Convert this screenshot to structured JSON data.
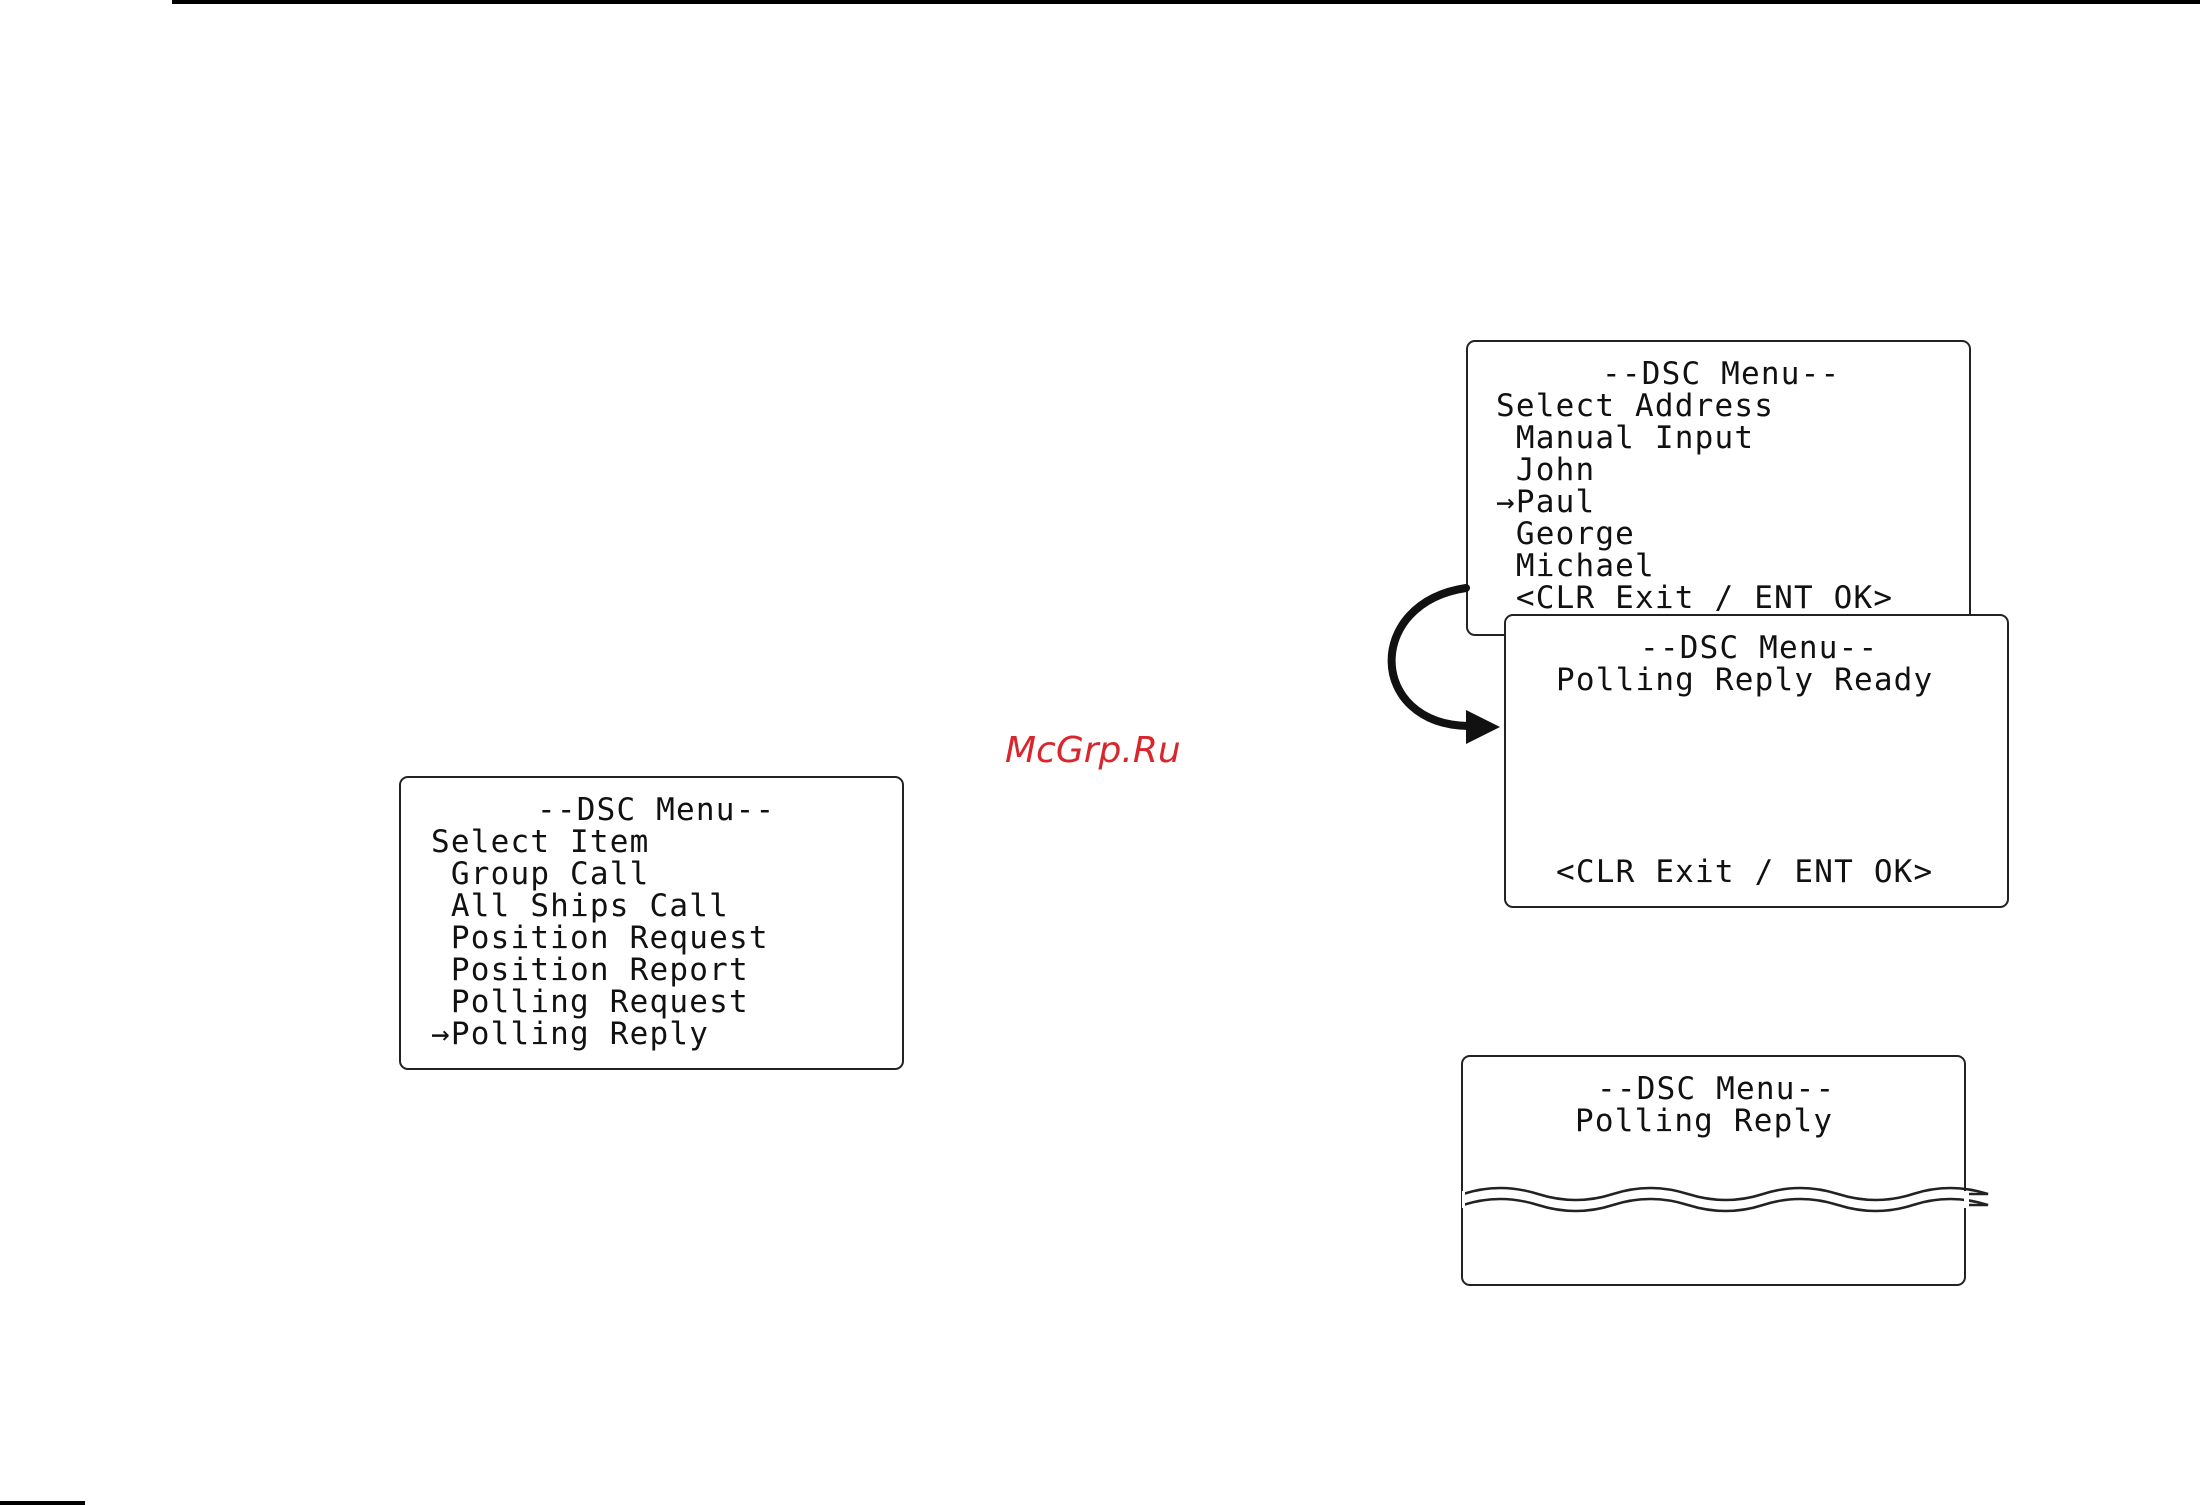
{
  "watermark": "McGrp.Ru",
  "screen_select_item": {
    "title": "--DSC Menu--",
    "prompt": "Select Item",
    "items": [
      " Group Call",
      " All Ships Call",
      " Position Request",
      " Position Report",
      " Polling Request",
      "→Polling Reply"
    ]
  },
  "screen_select_address": {
    "title": "--DSC Menu--",
    "prompt": "Select Address",
    "items": [
      " Manual Input",
      " John",
      "→Paul",
      " George",
      " Michael"
    ],
    "footer": " <CLR Exit / ENT OK>"
  },
  "screen_polling_ready": {
    "title": "--DSC Menu--",
    "status": "Polling Reply Ready",
    "footer": "<CLR Exit / ENT OK>"
  },
  "screen_polling_reply": {
    "title": "--DSC Menu--",
    "status": "Polling Reply"
  },
  "colors": {
    "watermark": "#d9262c",
    "lcd_border": "#222222"
  }
}
